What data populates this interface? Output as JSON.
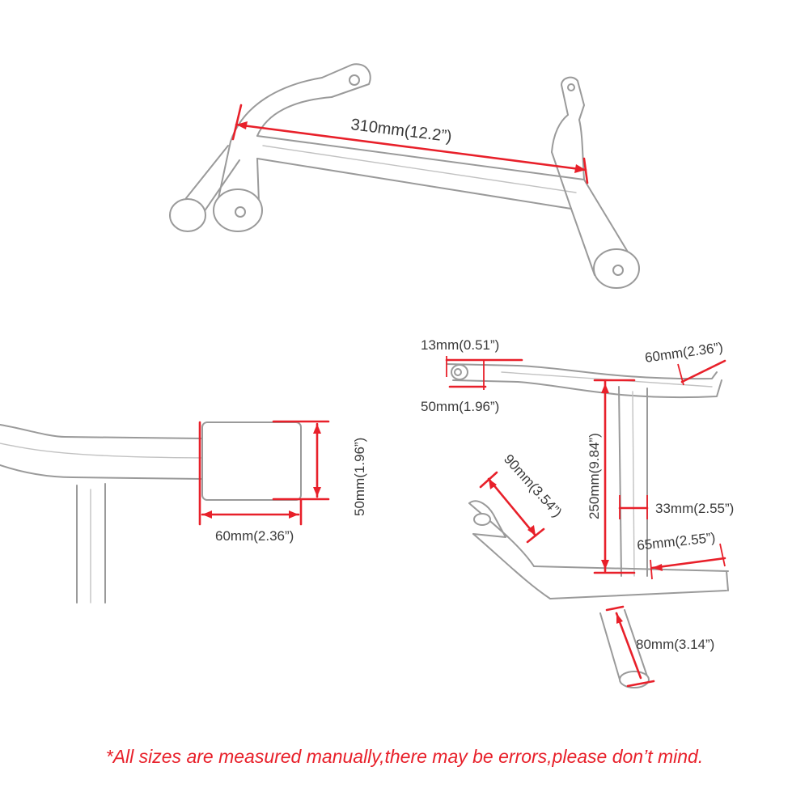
{
  "dimensions": {
    "top_length": "310mm(12.2”)",
    "hole_diameter": "13mm(0.51”)",
    "end_length": "50mm(1.96”)",
    "upper_right_length": "60mm(2.36”)",
    "vertical_length": "250mm(9.84”)",
    "angled_length": "90mm(3.54”)",
    "tube_width": "33mm(2.55”)",
    "lower_right_length": "65mm(2.55”)",
    "leg_length": "80mm(3.14”)",
    "slider_width": "60mm(2.36”)",
    "slider_height": "50mm(1.96”)"
  },
  "disclaimer": "*All sizes are measured manually,there may be errors,please don’t mind.",
  "colors": {
    "dimension": "#e8202a",
    "outline": "#9a9a9a"
  }
}
